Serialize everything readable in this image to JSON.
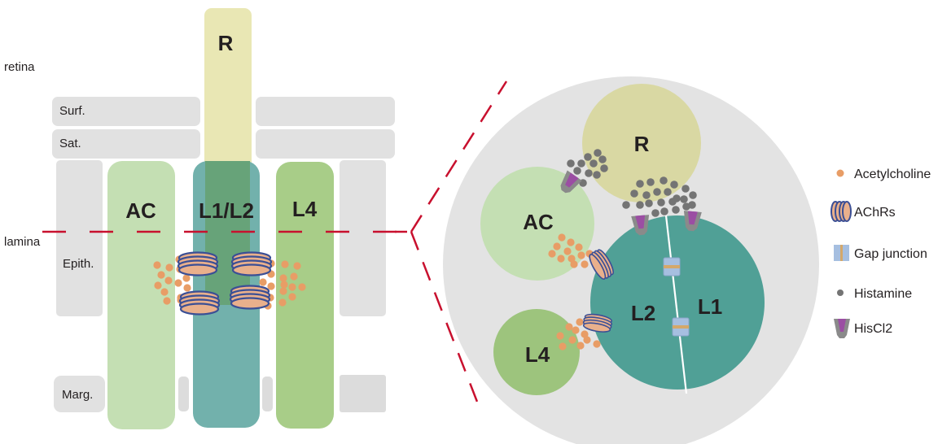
{
  "left_panel": {
    "region_labels": {
      "retina": "retina",
      "lamina": "lamina"
    },
    "glia_labels": {
      "surface": "Surf.",
      "satellite": "Sat.",
      "epithelial": "Epith.",
      "marginal": "Marg."
    },
    "cell_labels": {
      "R": "R",
      "AC": "AC",
      "L1L2": "L1/L2",
      "L4": "L4"
    }
  },
  "right_panel": {
    "cell_labels": {
      "R": "R",
      "AC": "AC",
      "L1": "L1",
      "L2": "L2",
      "L4": "L4"
    }
  },
  "legend": {
    "items": [
      {
        "key": "acetylcholine",
        "label": "Acetylcholine",
        "icon": "dot-icon"
      },
      {
        "key": "achrs",
        "label": "AChRs",
        "icon": "receptor-icon"
      },
      {
        "key": "gap_junction",
        "label": "Gap junction",
        "icon": "gap-junction-icon"
      },
      {
        "key": "histamine",
        "label": "Histamine",
        "icon": "dot-icon"
      },
      {
        "key": "hiscl2",
        "label": "HisCl2",
        "icon": "channel-icon"
      }
    ]
  },
  "colors": {
    "glia": "#e1e1e1",
    "R": "#e9e7b4",
    "R_circle": "#d9d8a3",
    "AC": "#c4dfb3",
    "L1L2": "#72b1ac",
    "L1L2_overlap": "#67a379",
    "L1L2_circle": "#50a096",
    "L4": "#a8cd88",
    "L4_circle": "#9dc47d",
    "acetylcholine": "#e89d66",
    "histamine": "#747474",
    "achr_outline": "#3b4f95",
    "achr_fill": "#e9b08c",
    "gap_junction": "#a6bfe0",
    "gap_band": "#d4a86a",
    "hiscl2": "#8a8a8a",
    "hiscl2_core": "#9b4ea3",
    "dashed_line": "#c8102e",
    "background_circle": "#e3e3e3"
  }
}
